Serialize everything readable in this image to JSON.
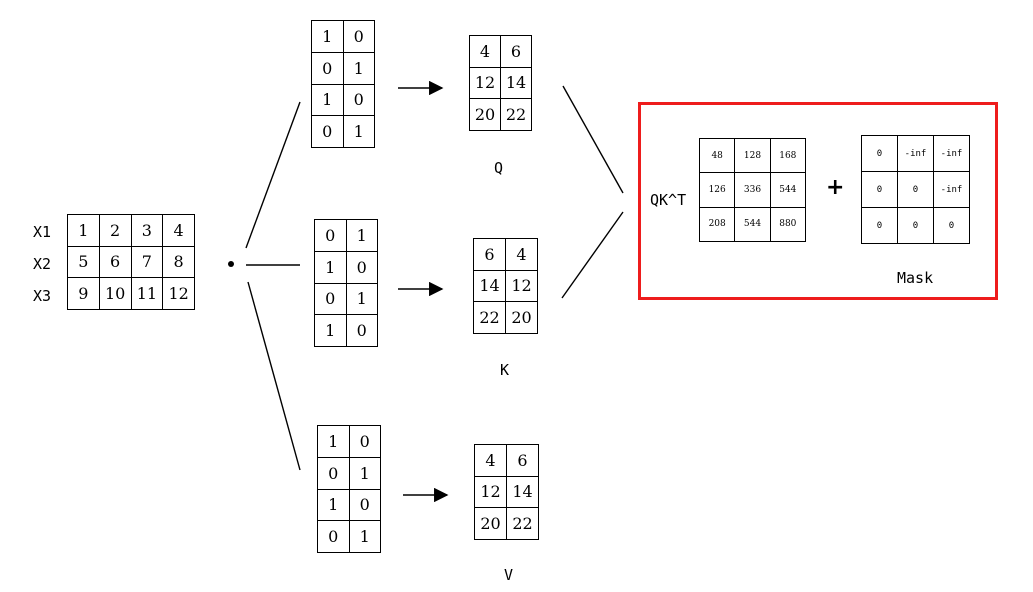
{
  "input": {
    "row_labels": [
      "X1",
      "X2",
      "X3"
    ],
    "matrix": [
      [
        "1",
        "2",
        "3",
        "4"
      ],
      [
        "5",
        "6",
        "7",
        "8"
      ],
      [
        "9",
        "10",
        "11",
        "12"
      ]
    ]
  },
  "operator_dot": "•",
  "weights": {
    "wq": [
      [
        "1",
        "0"
      ],
      [
        "0",
        "1"
      ],
      [
        "1",
        "0"
      ],
      [
        "0",
        "1"
      ]
    ],
    "wk": [
      [
        "0",
        "1"
      ],
      [
        "1",
        "0"
      ],
      [
        "0",
        "1"
      ],
      [
        "1",
        "0"
      ]
    ],
    "wv": [
      [
        "1",
        "0"
      ],
      [
        "0",
        "1"
      ],
      [
        "1",
        "0"
      ],
      [
        "0",
        "1"
      ]
    ]
  },
  "outputs": {
    "q": {
      "label": "Q",
      "matrix": [
        [
          "4",
          "6"
        ],
        [
          "12",
          "14"
        ],
        [
          "20",
          "22"
        ]
      ]
    },
    "k": {
      "label": "K",
      "matrix": [
        [
          "6",
          "4"
        ],
        [
          "14",
          "12"
        ],
        [
          "22",
          "20"
        ]
      ]
    },
    "v": {
      "label": "V",
      "matrix": [
        [
          "4",
          "6"
        ],
        [
          "12",
          "14"
        ],
        [
          "20",
          "22"
        ]
      ]
    }
  },
  "attention": {
    "qkt_label": "QK^T",
    "qkt": [
      [
        "48",
        "128",
        "168"
      ],
      [
        "126",
        "336",
        "544"
      ],
      [
        "208",
        "544",
        "880"
      ]
    ],
    "plus": "+",
    "mask_label": "Mask",
    "mask": [
      [
        "0",
        "-inf",
        "-inf"
      ],
      [
        "0",
        "0",
        "-inf"
      ],
      [
        "0",
        "0",
        "0"
      ]
    ],
    "highlight_color": "#ee1c1c"
  }
}
